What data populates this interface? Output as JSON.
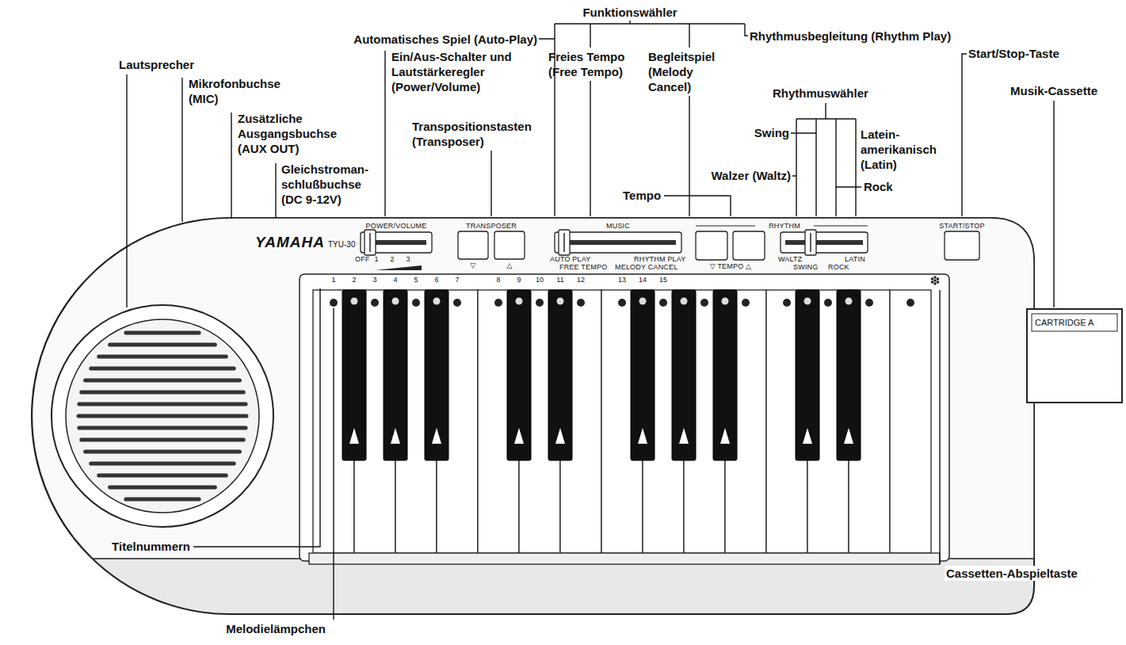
{
  "diagram": {
    "labels": [
      "Funktionswähler",
      "Automatisches Spiel (Auto-Play)",
      "Rhythmusbegleitung (Rhythm Play)",
      "Lautsprecher",
      "Freies Tempo (Free Tempo)",
      "Begleitspiel (Melody Cancel)",
      "Ein/Aus-Schalter und Lautstärkeregler (Power/Volume)",
      "Start/Stop-Taste",
      "Mikrofonbuchse (MIC)",
      "Zusätzliche Ausgangsbuchse (AUX OUT)",
      "Rhythmuswähler",
      "Musik-Cassette",
      "Gleichstroman-schlußbuchse (DC 9-12V)",
      "Transpositionstasten (Transposer)",
      "Swing",
      "Tempo",
      "Walzer (Waltz)",
      "Rock",
      "Latein-amerikanisch (Latin)",
      "Titelnummern",
      "Melodielämpchen",
      "Cassetten-Abspieltaste",
      "YAMAHA",
      "TYU-30",
      "POWER/VOLUME",
      "OFF",
      "1",
      "2",
      "3",
      "TRANSPOSER",
      "▽",
      "△",
      "MUSIC",
      "AUTO PLAY",
      "FREE TEMPO",
      "RHYTHM PLAY",
      "MELODY CANCEL",
      "RHYTHM",
      "▽ TEMPO △",
      "WALTZ",
      "SWING",
      "ROCK",
      "LATIN",
      "START/STOP",
      "CARTRIDGE A",
      "1",
      "2",
      "3",
      "4",
      "5",
      "6",
      "7",
      "8",
      "9",
      "10",
      "11",
      "12",
      "13",
      "14",
      "15"
    ]
  }
}
